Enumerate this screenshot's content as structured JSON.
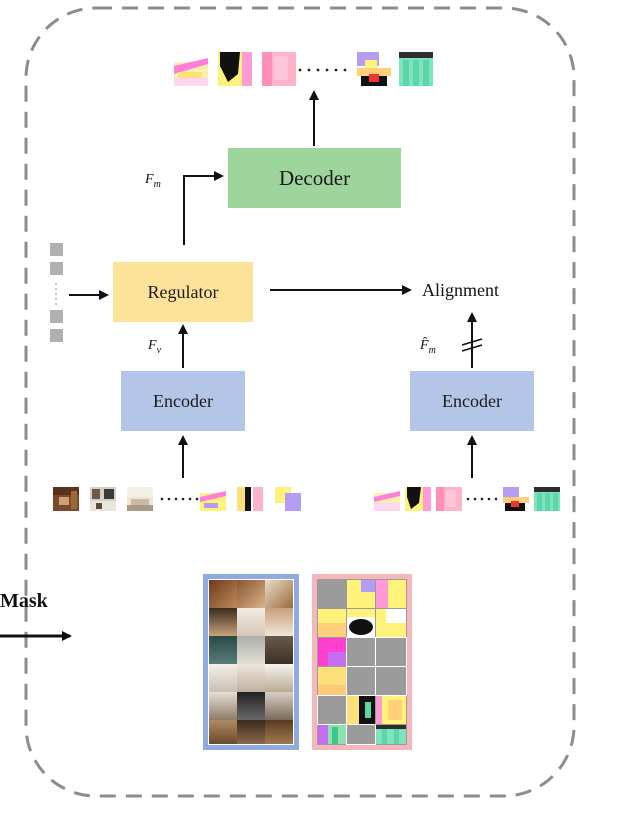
{
  "blocks": {
    "decoder": "Decoder",
    "regulator": "Regulator",
    "encoder_left": "Encoder",
    "encoder_right": "Encoder",
    "alignment": "Alignment"
  },
  "labels": {
    "fm_base": "F",
    "fm_sub": "m",
    "fv_base": "F",
    "fv_sub": "v",
    "fmhat_base": "F̂",
    "fmhat_sub": "m",
    "mask": "Mask"
  },
  "colors": {
    "decoder_fill": "#9dd59c",
    "regulator_fill": "#fde39a",
    "encoder_fill": "#b4c6e7",
    "frame_stroke": "#8c8c8c",
    "query_square": "#b0b0b0",
    "image_grid_border": "#8faadc",
    "mask_grid_border": "#f4b8bc"
  }
}
